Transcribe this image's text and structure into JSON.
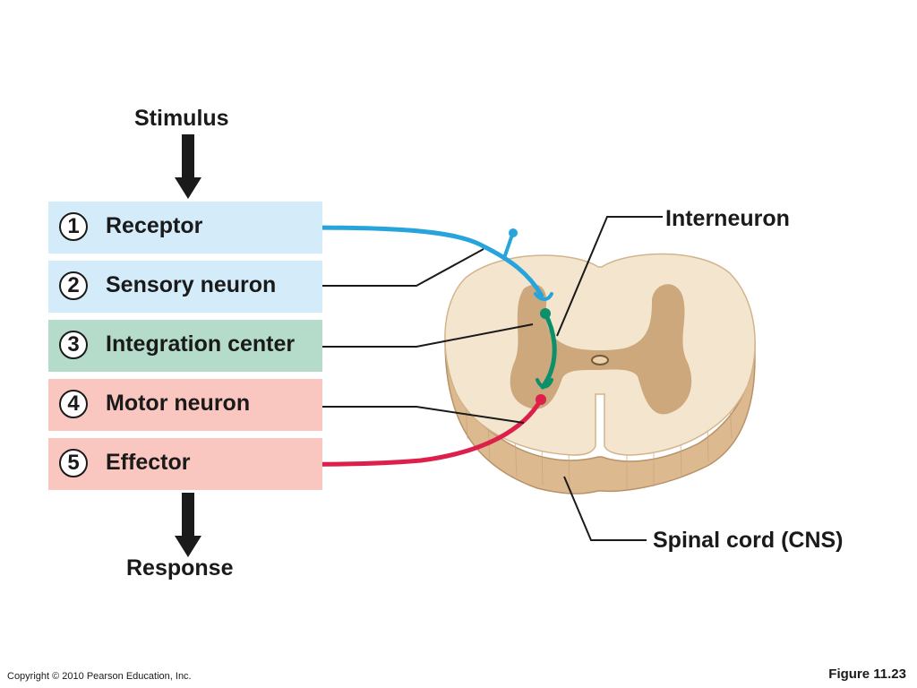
{
  "stimulus": "Stimulus",
  "response": "Response",
  "steps": [
    {
      "num": "1",
      "label": "Receptor"
    },
    {
      "num": "2",
      "label": "Sensory neuron"
    },
    {
      "num": "3",
      "label": "Integration center"
    },
    {
      "num": "4",
      "label": "Motor neuron"
    },
    {
      "num": "5",
      "label": "Effector"
    }
  ],
  "labels": {
    "interneuron": "Interneuron",
    "spinal_cord": "Spinal cord (CNS)"
  },
  "footer": {
    "copyright": "Copyright © 2010 Pearson Education, Inc.",
    "figure": "Figure 11.23"
  },
  "colors": {
    "sensory": "#27a4dc",
    "interneuron": "#0c8f6a",
    "motor": "#dc1f4b",
    "receptor_box": "#d4ecf9",
    "integration_box": "#b5dccb",
    "motor_box": "#f9c6c0"
  }
}
